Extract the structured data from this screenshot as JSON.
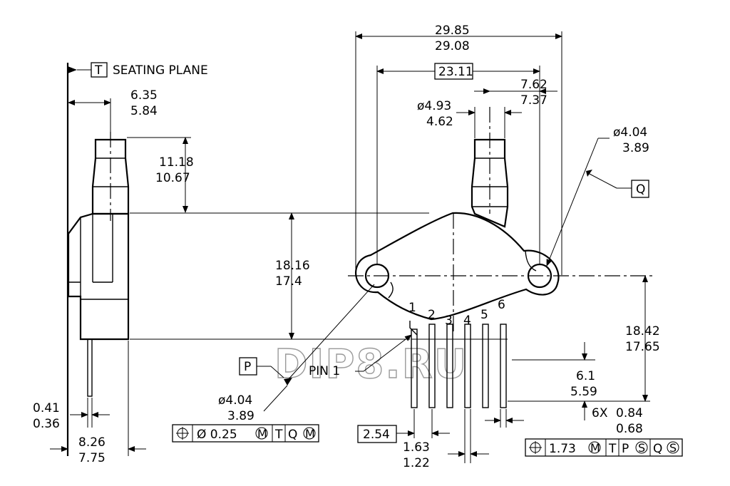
{
  "watermark": "DIP8.RU",
  "seating_plane": {
    "datum": "T",
    "label": "SEATING PLANE"
  },
  "dims": {
    "overall_width": {
      "max": "29.85",
      "min": "29.08"
    },
    "hole_spacing": "23.11",
    "port_offset": {
      "max": "7.62",
      "min": "7.37"
    },
    "port_dia": {
      "max": "ø4.93",
      "min": "4.62"
    },
    "hole_dia_right": {
      "max": "ø4.04",
      "min": "3.89"
    },
    "hole_dia_left": {
      "max": "ø4.04",
      "min": "3.89"
    },
    "side_width": {
      "max": "6.35",
      "min": "5.84"
    },
    "port_height": {
      "max": "11.18",
      "min": "10.67"
    },
    "body_height": {
      "max": "18.16",
      "min": "17.4"
    },
    "hole_to_lead_tip": {
      "max": "18.42",
      "min": "17.65"
    },
    "lead_length": {
      "max": "6.1",
      "min": "5.59"
    },
    "lead_width": {
      "prefix": "6X",
      "max": "0.84",
      "min": "0.68"
    },
    "lead_thickness": {
      "max": "0.41",
      "min": "0.36"
    },
    "overall_depth": {
      "max": "8.26",
      "min": "7.75"
    },
    "pin_pitch": "2.54",
    "pin_offset": {
      "max": "1.63",
      "min": "1.22"
    }
  },
  "datums": {
    "hole": "Q",
    "mounting_hole": "P"
  },
  "pin1_label": "PIN 1",
  "pins": [
    "1",
    "2",
    "3",
    "4",
    "5",
    "6"
  ],
  "fcf_left": [
    "⌖",
    "Ø 0.25",
    "M",
    "T",
    "Q",
    "M"
  ],
  "fcf_right": [
    "⌖",
    "1.73",
    "M",
    "T",
    "P",
    "S",
    "Q",
    "S"
  ]
}
